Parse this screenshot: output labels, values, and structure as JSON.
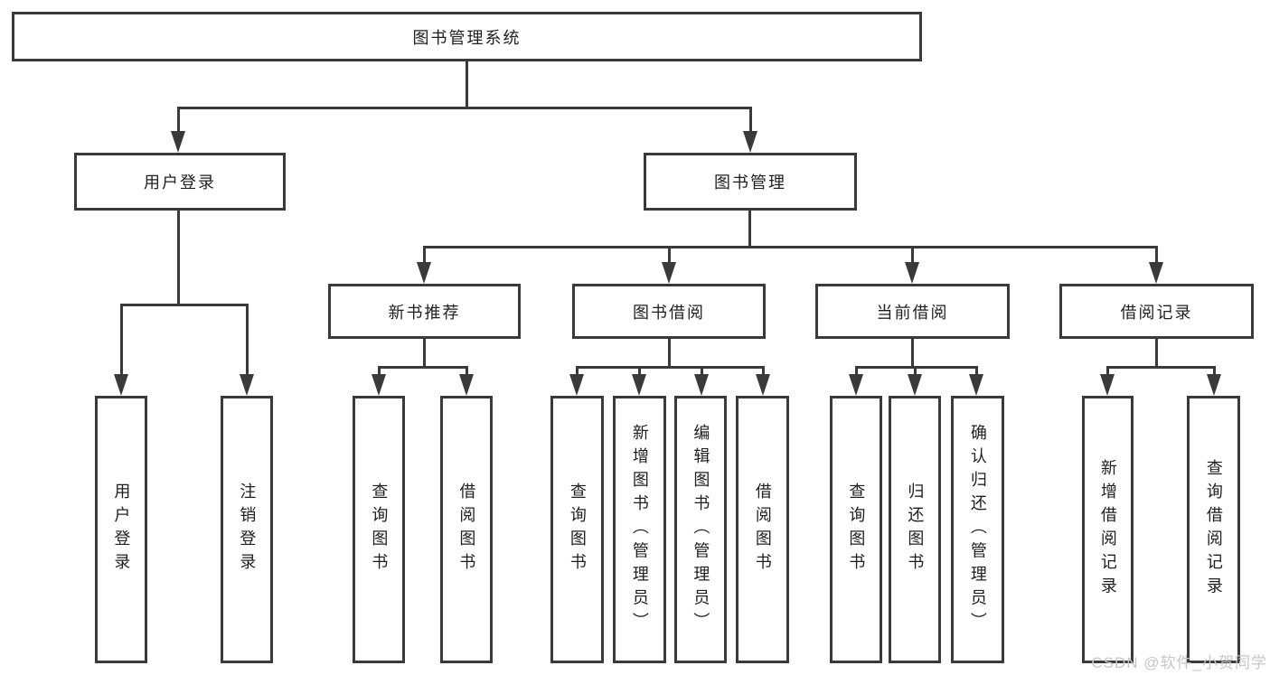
{
  "diagram": {
    "nodes": {
      "root": "图书管理系统",
      "user_login": "用户登录",
      "book_mgmt": "图书管理",
      "new_book_rec": "新书推荐",
      "book_borrow": "图书借阅",
      "current_borrow": "当前借阅",
      "borrow_record": "借阅记录",
      "leaf_user_login": "用户登录",
      "leaf_logout": "注销登录",
      "leaf_query_book_1": "查询图书",
      "leaf_borrow_book_1": "借阅图书",
      "leaf_query_book_2": "查询图书",
      "leaf_add_book_admin": "新增图书（管理员）",
      "leaf_edit_book_admin": "编辑图书（管理员）",
      "leaf_borrow_book_2": "借阅图书",
      "leaf_query_book_3": "查询图书",
      "leaf_return_book": "归还图书",
      "leaf_confirm_return_admin": "确认归还（管理员）",
      "leaf_add_borrow_record": "新增借阅记录",
      "leaf_query_borrow_record": "查询借阅记录"
    },
    "watermark": "CSDN @软件_小贺同学",
    "colors": {
      "line": "#3a3a3a",
      "text": "#1f1f1f",
      "background": "#ffffff",
      "watermark": "#c9c5c5"
    }
  }
}
